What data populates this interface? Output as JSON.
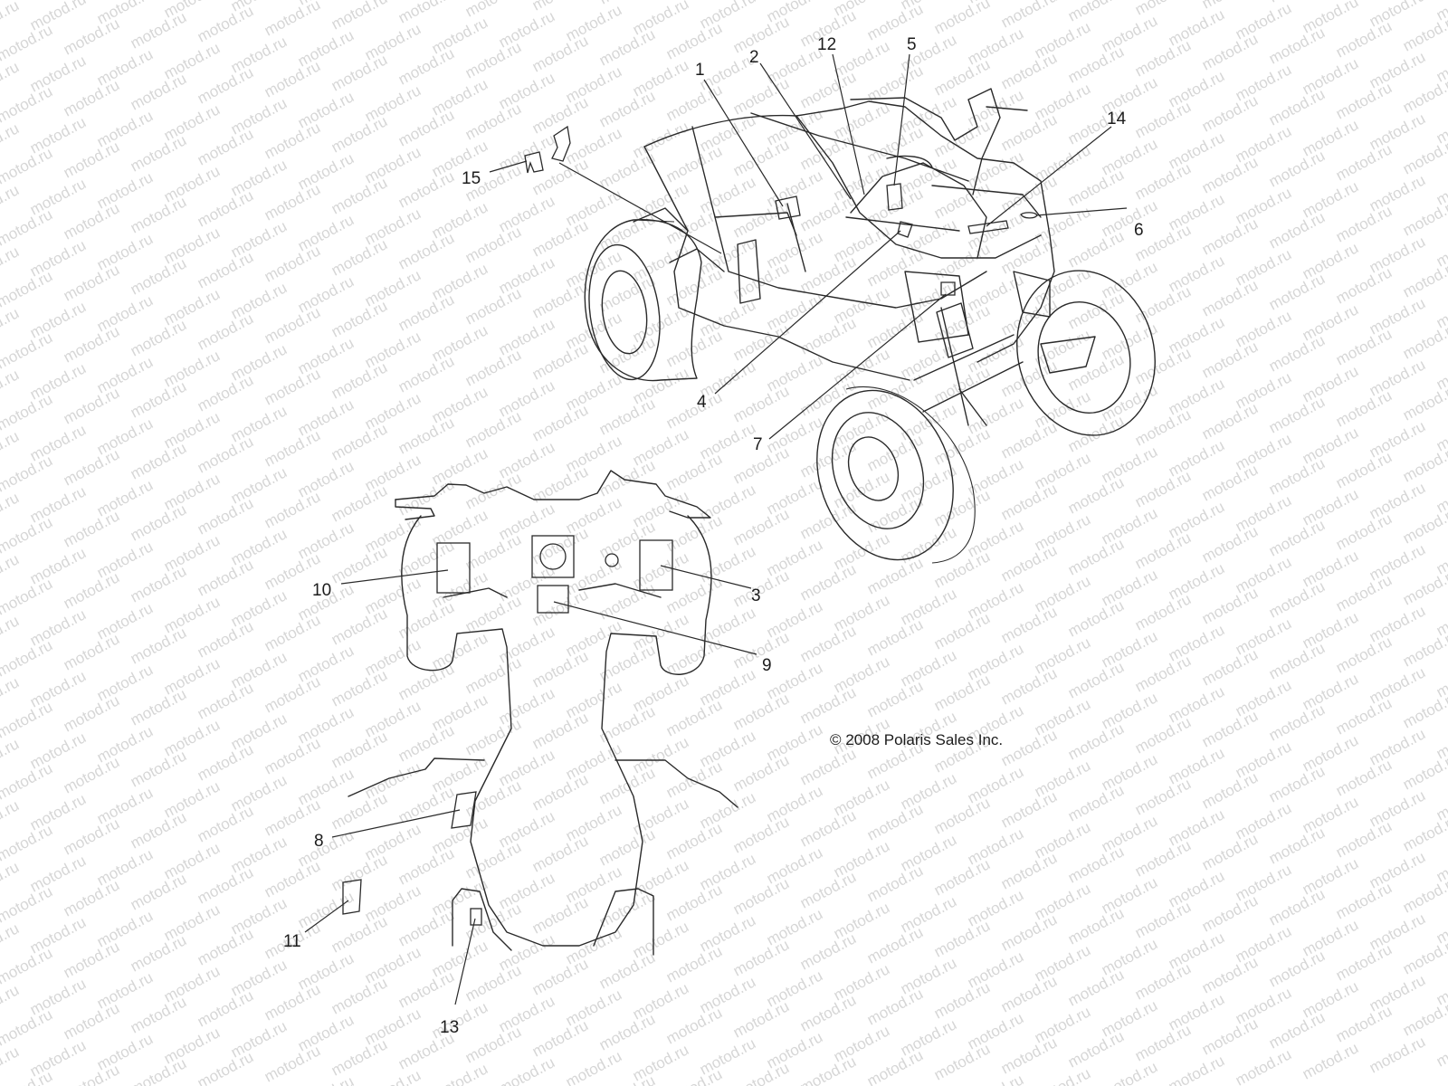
{
  "watermark_text": "motod.ru",
  "copyright": "© 2008 Polaris Sales Inc.",
  "callouts": {
    "c1": "1",
    "c2": "2",
    "c3": "3",
    "c4": "4",
    "c5": "5",
    "c6": "6",
    "c7": "7",
    "c8": "8",
    "c9": "9",
    "c10": "10",
    "c11": "11",
    "c12": "12",
    "c13": "13",
    "c14": "14",
    "c15": "15"
  }
}
